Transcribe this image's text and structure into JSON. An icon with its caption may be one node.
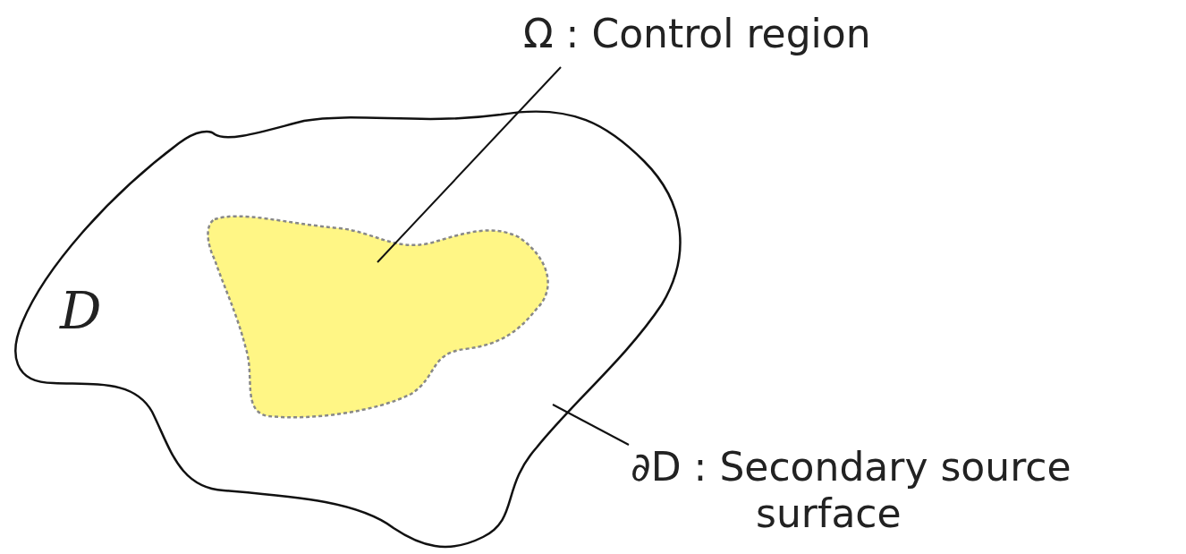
{
  "diagram": {
    "nodes": [
      {
        "text": [
          "D"
        ]
      },
      {
        "text": [],
        "shape": "cloud",
        "in": 0
      },
      {
        "text": [
          "Ω : Control region"
        ]
      },
      {
        "text": [
          "∂D : Secondary source surface"
        ]
      }
    ],
    "edges": [
      {
        "from": 2,
        "to": 1,
        "arrow": "none"
      },
      {
        "from": 3,
        "to": 0,
        "arrow": "none"
      }
    ]
  }
}
